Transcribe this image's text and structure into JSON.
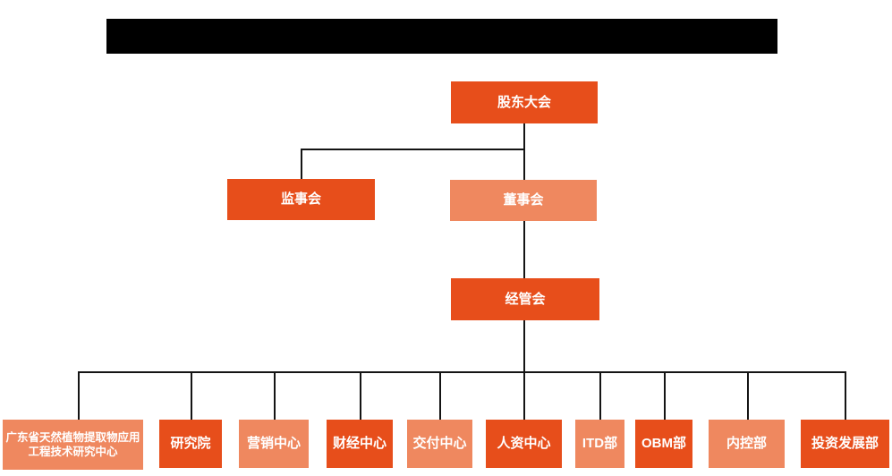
{
  "title_bar": {
    "type": "redacted-black-rectangle",
    "color": "#000000"
  },
  "colors": {
    "primary_box": "#e74e1b",
    "secondary_box": "#ef885f",
    "connector_line": "#141414",
    "box_text": "#ffffff",
    "background": "#ffffff"
  },
  "org_chart": {
    "root": {
      "label": "股东大会",
      "variant": "primary"
    },
    "level2": [
      {
        "label": "监事会",
        "variant": "primary"
      },
      {
        "label": "董事会",
        "variant": "secondary"
      }
    ],
    "level3": {
      "label": "经管会",
      "variant": "primary"
    },
    "departments": [
      {
        "label": "广东省天然植物提取物应用工程技术研究中心",
        "variant": "secondary"
      },
      {
        "label": "研究院",
        "variant": "primary"
      },
      {
        "label": "营销中心",
        "variant": "secondary"
      },
      {
        "label": "财经中心",
        "variant": "primary"
      },
      {
        "label": "交付中心",
        "variant": "secondary"
      },
      {
        "label": "人资中心",
        "variant": "primary"
      },
      {
        "label": "ITD部",
        "variant": "secondary"
      },
      {
        "label": "OBM部",
        "variant": "primary"
      },
      {
        "label": "内控部",
        "variant": "secondary"
      },
      {
        "label": "投资发展部",
        "variant": "primary"
      }
    ]
  }
}
